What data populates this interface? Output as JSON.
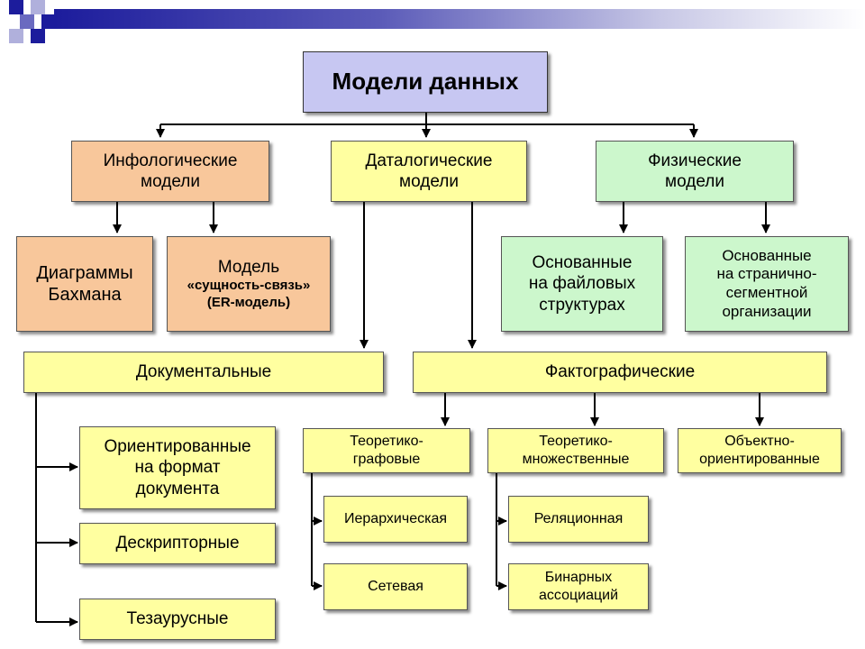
{
  "slide": {
    "title": "Модели данных",
    "infological": "Инфологические\nмодели",
    "datalogical": "Даталогические\nмодели",
    "physical": "Физические\nмодели",
    "bachman": "Диаграммы\nБахмана",
    "er_model_line1": "Модель",
    "er_model_line2": "«сущность-связь»",
    "er_model_line3": "(ER-модель)",
    "file_based": "Основанные\nна файловых\nструктурах",
    "page_segment": "Основанные\nна странично-\nсегментной\nорганизации",
    "documentary": "Документальные",
    "factographic": "Фактографические",
    "format_oriented": "Ориентированные\nна формат\nдокумента",
    "descriptor": "Дескрипторные",
    "thesaurus": "Тезаурусные",
    "graph_theoretic": "Теоретико-\nграфовые",
    "set_theoretic": "Теоретико-\nмножественные",
    "object_oriented": "Объектно-\nориентированные",
    "hierarchical": "Иерархическая",
    "network": "Сетевая",
    "relational": "Реляционная",
    "binary_assoc": "Бинарных\nассоциаций"
  },
  "colors": {
    "title_fill": "#c7c7f2",
    "orange_fill": "#f8c79b",
    "yellow_fill": "#ffffa0",
    "green_fill": "#ccf7cc",
    "banner": "#1c1c9c"
  }
}
